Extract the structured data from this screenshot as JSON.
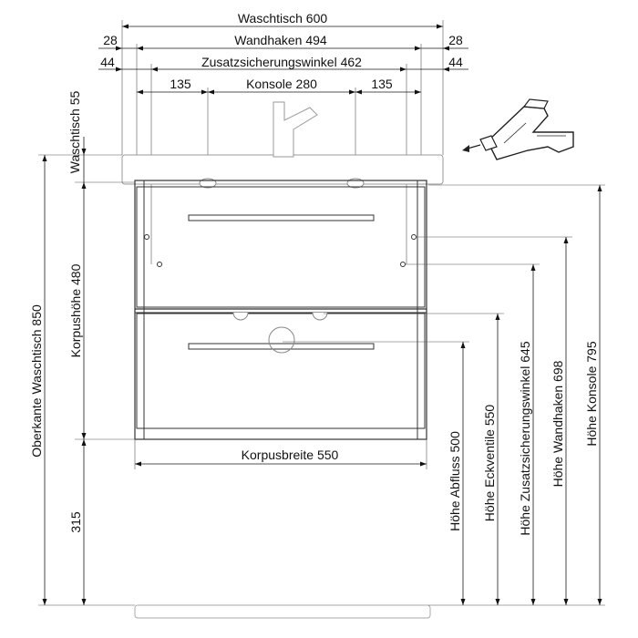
{
  "labels": {
    "waschtisch_width": "Waschtisch 600",
    "wandhaken": "Wandhaken 494",
    "offset_28_left": "28",
    "offset_28_right": "28",
    "zusatz": "Zusatzsicherungswinkel 462",
    "offset_44_left": "44",
    "offset_44_right": "44",
    "konsole": "Konsole 280",
    "offset_135_left": "135",
    "offset_135_right": "135",
    "waschtisch_height": "Waschtisch 55",
    "oberkante": "Oberkante Waschtisch 850",
    "korpushoehe": "Korpushöhe 480",
    "bottom_315": "315",
    "korpusbreite": "Korpusbreite  550",
    "hoehe_abfluss": "Höhe Abfluss 500",
    "hoehe_eckventile": "Höhe Eckventile 550",
    "hoehe_zusatz": "Höhe Zusatzsicherungswinkel 645",
    "hoehe_wandhaken": "Höhe Wandhaken 698",
    "hoehe_konsole": "Höhe Konsole 795"
  },
  "icons": {
    "drill": "drill-icon",
    "faucet": "faucet-icon"
  }
}
